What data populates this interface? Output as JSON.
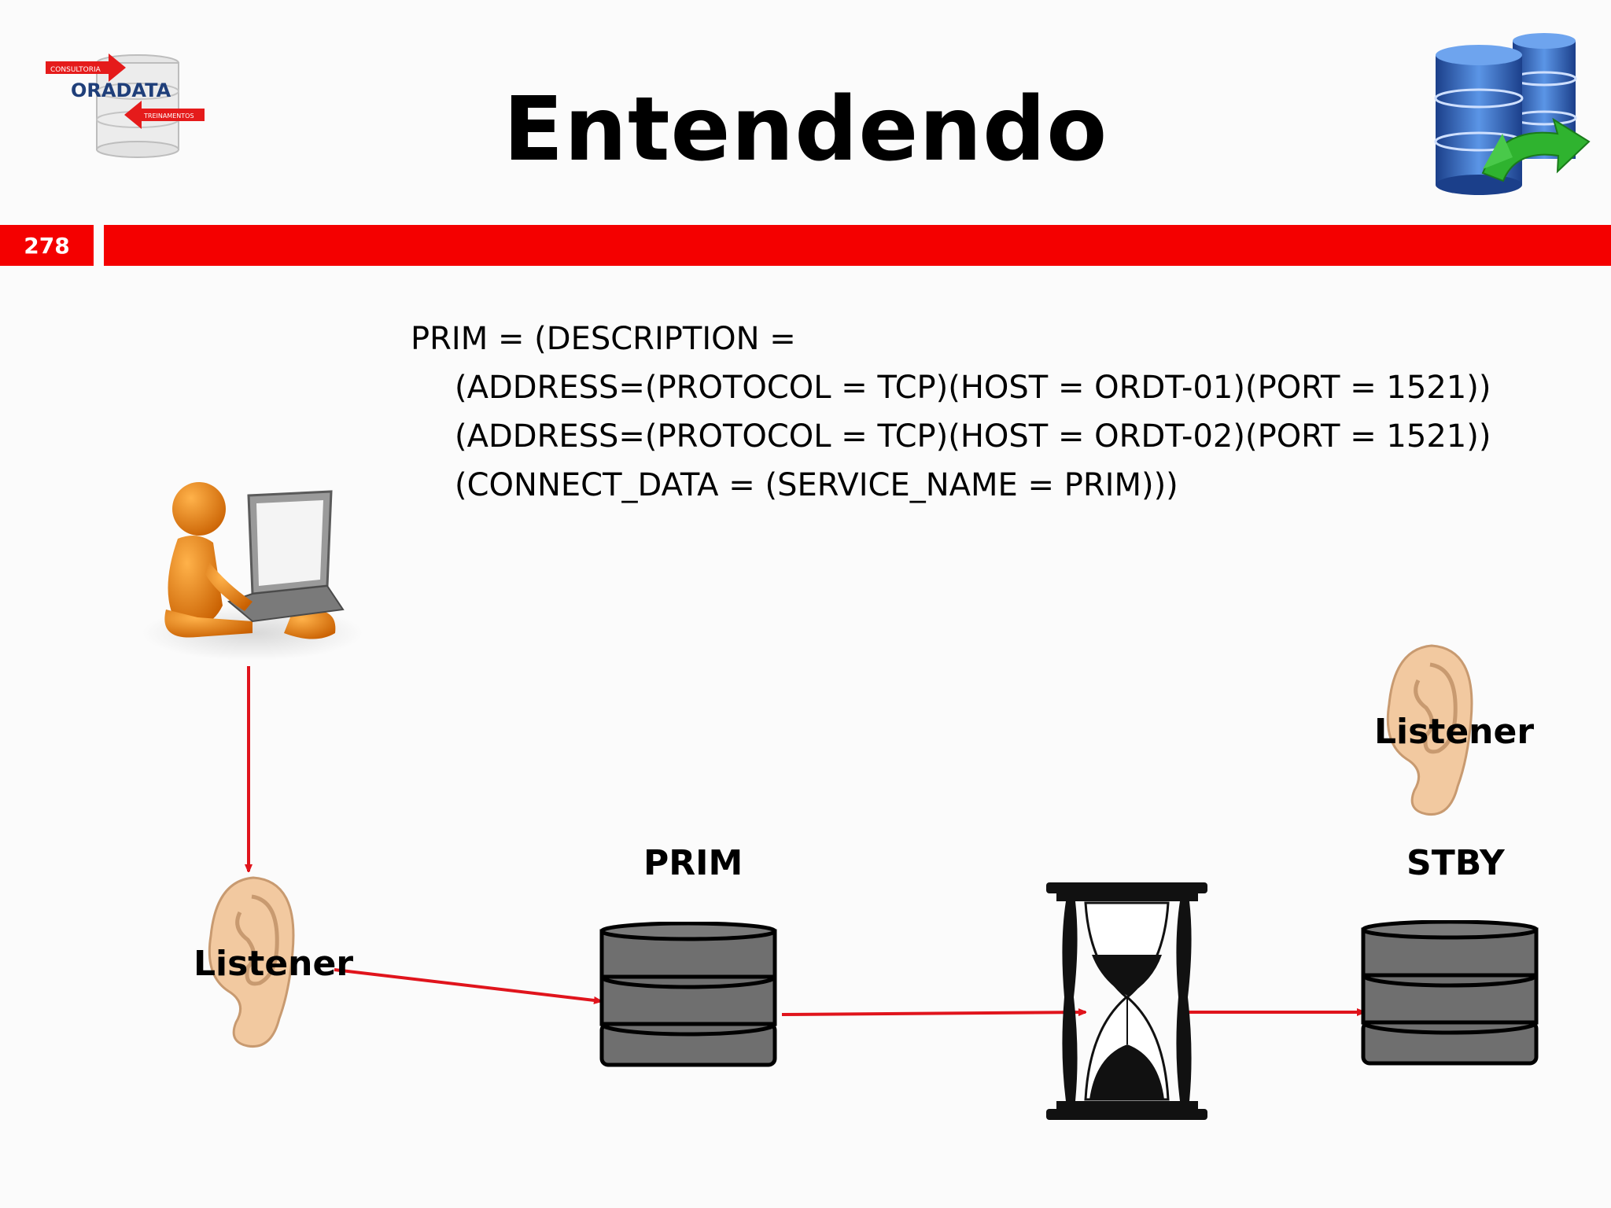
{
  "logo": {
    "top_text": "CONSULTORIA",
    "main_text": "ORADATA",
    "bottom_text": "TREINAMENTOS"
  },
  "slide": {
    "title": "Entendendo",
    "number": "278"
  },
  "tns": {
    "line1": "PRIM = (DESCRIPTION =",
    "line2": "(ADDRESS=(PROTOCOL = TCP)(HOST = ORDT-01)(PORT = 1521))",
    "line3": "(ADDRESS=(PROTOCOL = TCP)(HOST = ORDT-02)(PORT = 1521))",
    "line4": "(CONNECT_DATA = (SERVICE_NAME = PRIM)))"
  },
  "diagram": {
    "listener_left": "Listener",
    "listener_right": "Listener",
    "prim_label": "PRIM",
    "stby_label": "STBY"
  },
  "colors": {
    "accent_red": "#f40000",
    "arrow_red": "#e0141c",
    "db_gray": "#6f6f6f",
    "db_blue": "#2c63b8",
    "ear_skin": "#f2c9a0",
    "person_orange": "#e57a12"
  },
  "icons": {
    "logo": "oradata-logo",
    "database_sync": "database-sync-icon",
    "user": "user-at-laptop-icon",
    "ear": "ear-icon",
    "database": "database-icon",
    "hourglass": "hourglass-icon"
  }
}
